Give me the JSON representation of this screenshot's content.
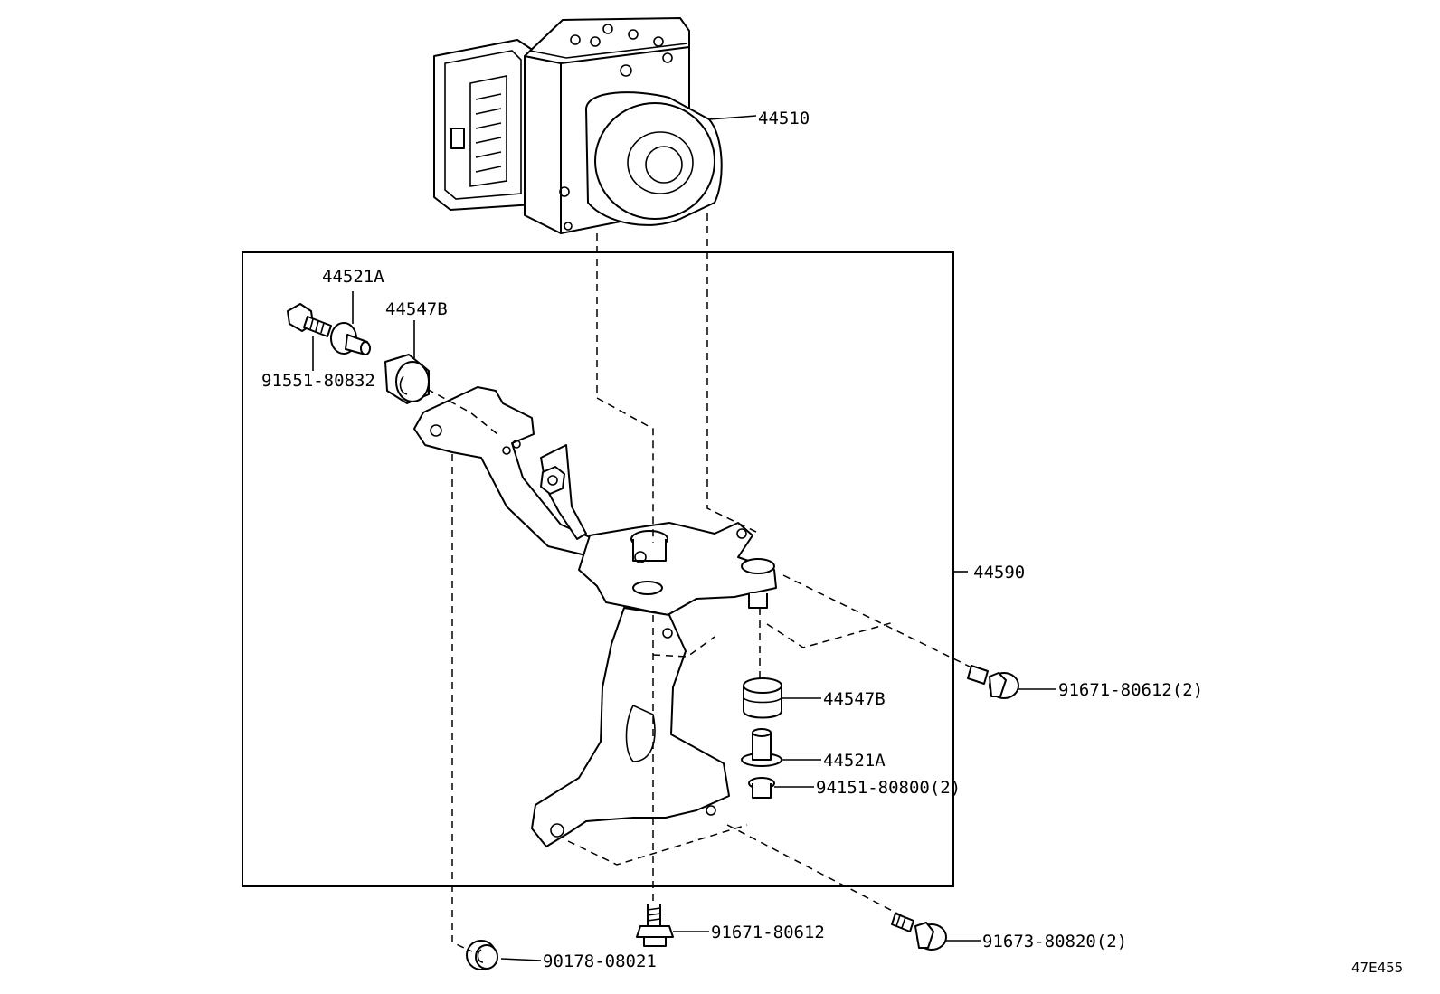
{
  "diagram": {
    "labels": {
      "abs_actuator": "44510",
      "bracket_assembly": "44590",
      "bushing_upper": "44521A",
      "cushion_upper": "44547B",
      "bolt_upper": "91551-80832",
      "cushion_lower": "44547B",
      "bushing_lower": "44521A",
      "bolt_lower": "94151-80800(2)",
      "bolt_right": "91671-80612(2)",
      "nut_bottom": "90178-08021",
      "bolt_bottom_center": "91671-80612",
      "bolt_bottom_right": "91673-80820(2)"
    },
    "reference_code": "47E455"
  }
}
